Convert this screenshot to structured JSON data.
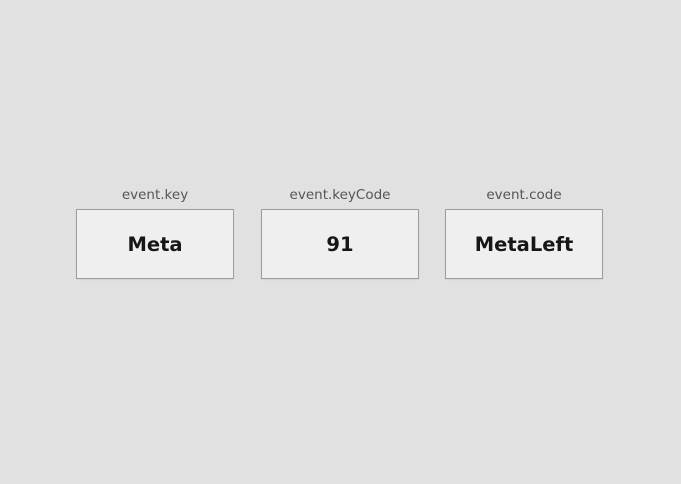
{
  "keyInfo": {
    "cards": [
      {
        "label": "event.key",
        "value": "Meta"
      },
      {
        "label": "event.keyCode",
        "value": "91"
      },
      {
        "label": "event.code",
        "value": "MetaLeft"
      }
    ]
  },
  "colors": {
    "background": "#e1e1e1",
    "card_fill": "#efefef",
    "card_border": "#9d9d9d",
    "label_text": "#555555",
    "value_text": "#161616"
  }
}
